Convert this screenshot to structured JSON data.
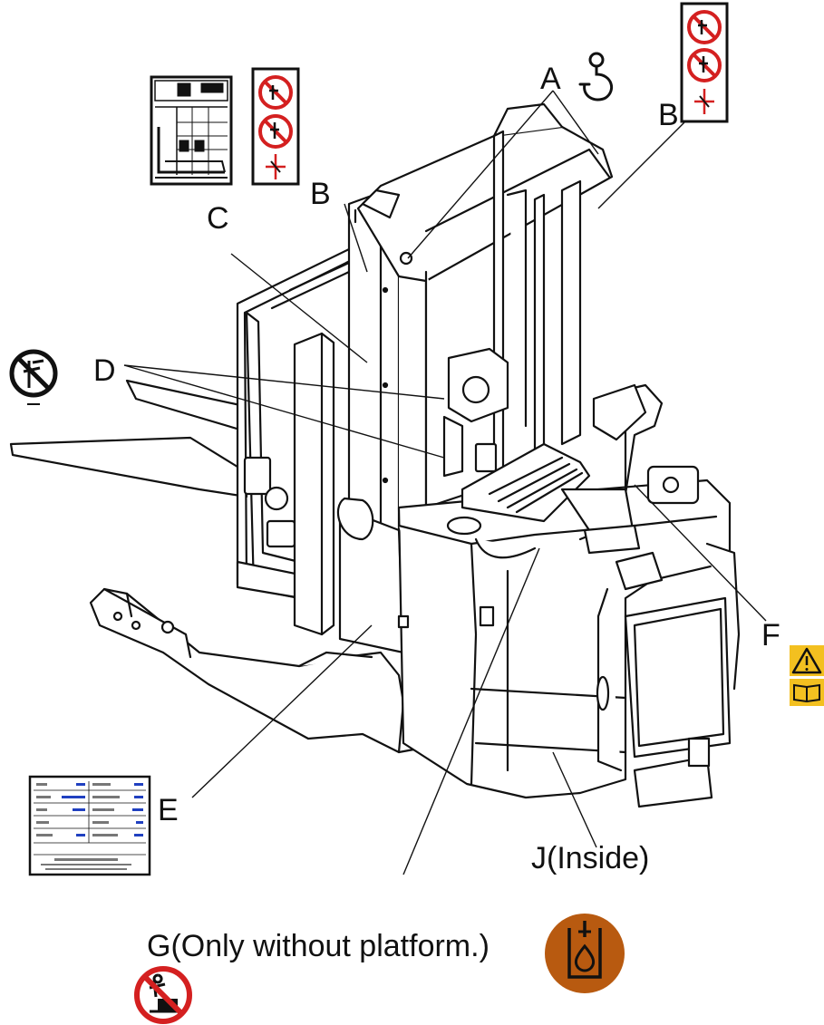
{
  "labels": {
    "A": "A",
    "B_left": "B",
    "B_right": "B",
    "C": "C",
    "D": "D",
    "E": "E",
    "F": "F",
    "G": "G(Only without platform.)",
    "J": "J(Inside)"
  },
  "icons": {
    "A": "lifting-hook-icon",
    "B": "no-standing-under-fork-decal-icon",
    "C": "load-chart-decal-icon",
    "D": "no-hand-through-mast-icon",
    "E": "nameplate-decal-icon",
    "F": "warning-read-manual-icon",
    "G": "no-riding-on-truck-icon",
    "J": "hydraulic-oil-icon"
  },
  "colors": {
    "line": "#111111",
    "prohibition_red": "#d42020",
    "warning_yellow": "#f3c020",
    "oil_orange": "#b85a10",
    "nameplate_blue": "#2040c0"
  }
}
